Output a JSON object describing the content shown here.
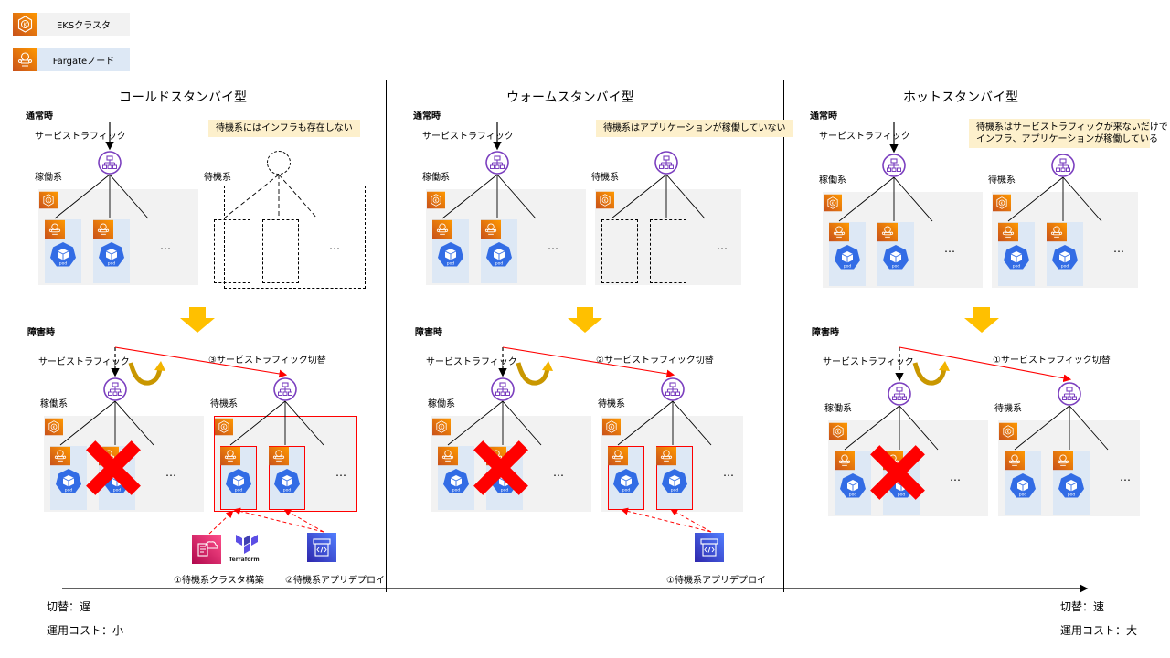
{
  "legend": {
    "eks": {
      "label": "EKSクラスタ",
      "icon": "eks-cluster-icon",
      "bg": "#f2f2f2"
    },
    "fargate": {
      "label": "Fargateノード",
      "icon": "fargate-node-icon",
      "bg": "#dde8f5"
    }
  },
  "colors": {
    "aws_orange": "#e07a10",
    "lb_purple": "#7b3fbf",
    "pod_blue": "#326ce5",
    "failure_red": "#ff0000",
    "transition_arrow": "#ffc000",
    "note_bg": "#fdf0cc"
  },
  "common": {
    "normal": "通常時",
    "failure": "障害時",
    "traffic": "サービストラフィック",
    "active": "稼働系",
    "standby": "待機系",
    "pod": "pod",
    "ellipsis": "…"
  },
  "panels": [
    {
      "title": "コールドスタンバイ型",
      "note": "待機系にはインフラも存在しない",
      "switch_label": "③サービストラフィック切替",
      "steps": [
        "①待機系クラスタ構築",
        "②待機系アプリデプロイ"
      ],
      "terraform": "Terraform"
    },
    {
      "title": "ウォームスタンバイ型",
      "note": "待機系はアプリケーションが稼働していない",
      "switch_label": "②サービストラフィック切替",
      "steps": [
        "①待機系アプリデプロイ"
      ]
    },
    {
      "title": "ホットスタンバイ型",
      "note_line1": "待機系はサービストラフィックが来ないだけで",
      "note_line2": "インフラ、アプリケーションが稼働している",
      "switch_label": "①サービストラフィック切替"
    }
  ],
  "axis": {
    "left": {
      "switch": "切替：遅",
      "cost": "運用コスト：小"
    },
    "right": {
      "switch": "切替：速",
      "cost": "運用コスト：大"
    }
  }
}
